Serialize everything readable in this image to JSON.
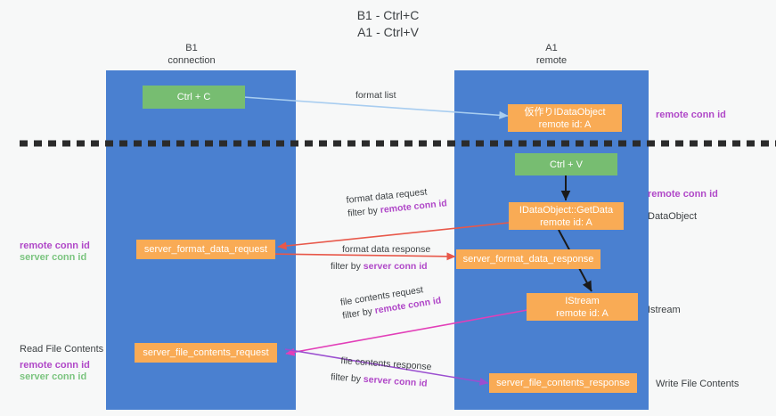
{
  "title": {
    "line1": "B1 - Ctrl+C",
    "line2": "A1 - Ctrl+V"
  },
  "columns": [
    {
      "name": "B1",
      "role": "connection"
    },
    {
      "name": "A1",
      "role": "remote"
    }
  ],
  "colors": {
    "lane": "#4a80d0",
    "node_orange": "#f9ab55",
    "node_green": "#77bd71",
    "arrow_light_blue": "#a8cdf0",
    "arrow_red": "#e8584a",
    "arrow_magenta": "#e23fb8",
    "arrow_purple": "#9b4fd0",
    "arrow_black": "#1a1a1a",
    "text_purple": "#b048c8",
    "text_green": "#7bc47f",
    "text_dark": "#3c4043",
    "background": "#f7f8f8"
  },
  "nodes": {
    "ctrl_c": {
      "label": "Ctrl + C"
    },
    "ctrl_v": {
      "label": "Ctrl + V"
    },
    "idataobject": {
      "line1": "仮作りIDataObject",
      "line2": "remote id: A"
    },
    "getdata": {
      "line1": "IDataObject::GetData",
      "line2": "remote id: A"
    },
    "istream": {
      "line1": "IStream",
      "line2": "remote id: A"
    },
    "server_format_data_request": {
      "label": "server_format_data_request"
    },
    "server_format_data_response": {
      "label": "server_format_data_response"
    },
    "server_file_contents_request": {
      "label": "server_file_contents_request"
    },
    "server_file_contents_response": {
      "label": "server_file_contents_response"
    }
  },
  "edge_labels": {
    "format_list": {
      "text": "format list"
    },
    "format_data_request": {
      "line1": "format data request",
      "line2_prefix": "filter by ",
      "line2_key": "remote conn id"
    },
    "format_data_response": {
      "line1": "format data response",
      "line2_prefix": "filter by ",
      "line2_key": "server conn id"
    },
    "file_contents_request": {
      "line1": "file contents request",
      "line2_prefix": "filter by ",
      "line2_key": "remote conn id"
    },
    "file_contents_response": {
      "line1": "file contents response",
      "line2_prefix": "filter by ",
      "line2_key": "server conn id"
    }
  },
  "annotations": {
    "right_remote_conn_id_top": "remote conn id",
    "right_remote_conn_id_mid": "remote conn id",
    "right_dataobject": "DataObject",
    "right_istream": "Istream",
    "right_write_file_contents": "Write File Contents",
    "left_remote_conn_id_mid": "remote conn id",
    "left_server_conn_id_mid": "server conn id",
    "left_read_file_contents": "Read File Contents",
    "left_remote_conn_id_bottom": "remote conn id",
    "left_server_conn_id_bottom": "server conn id"
  }
}
